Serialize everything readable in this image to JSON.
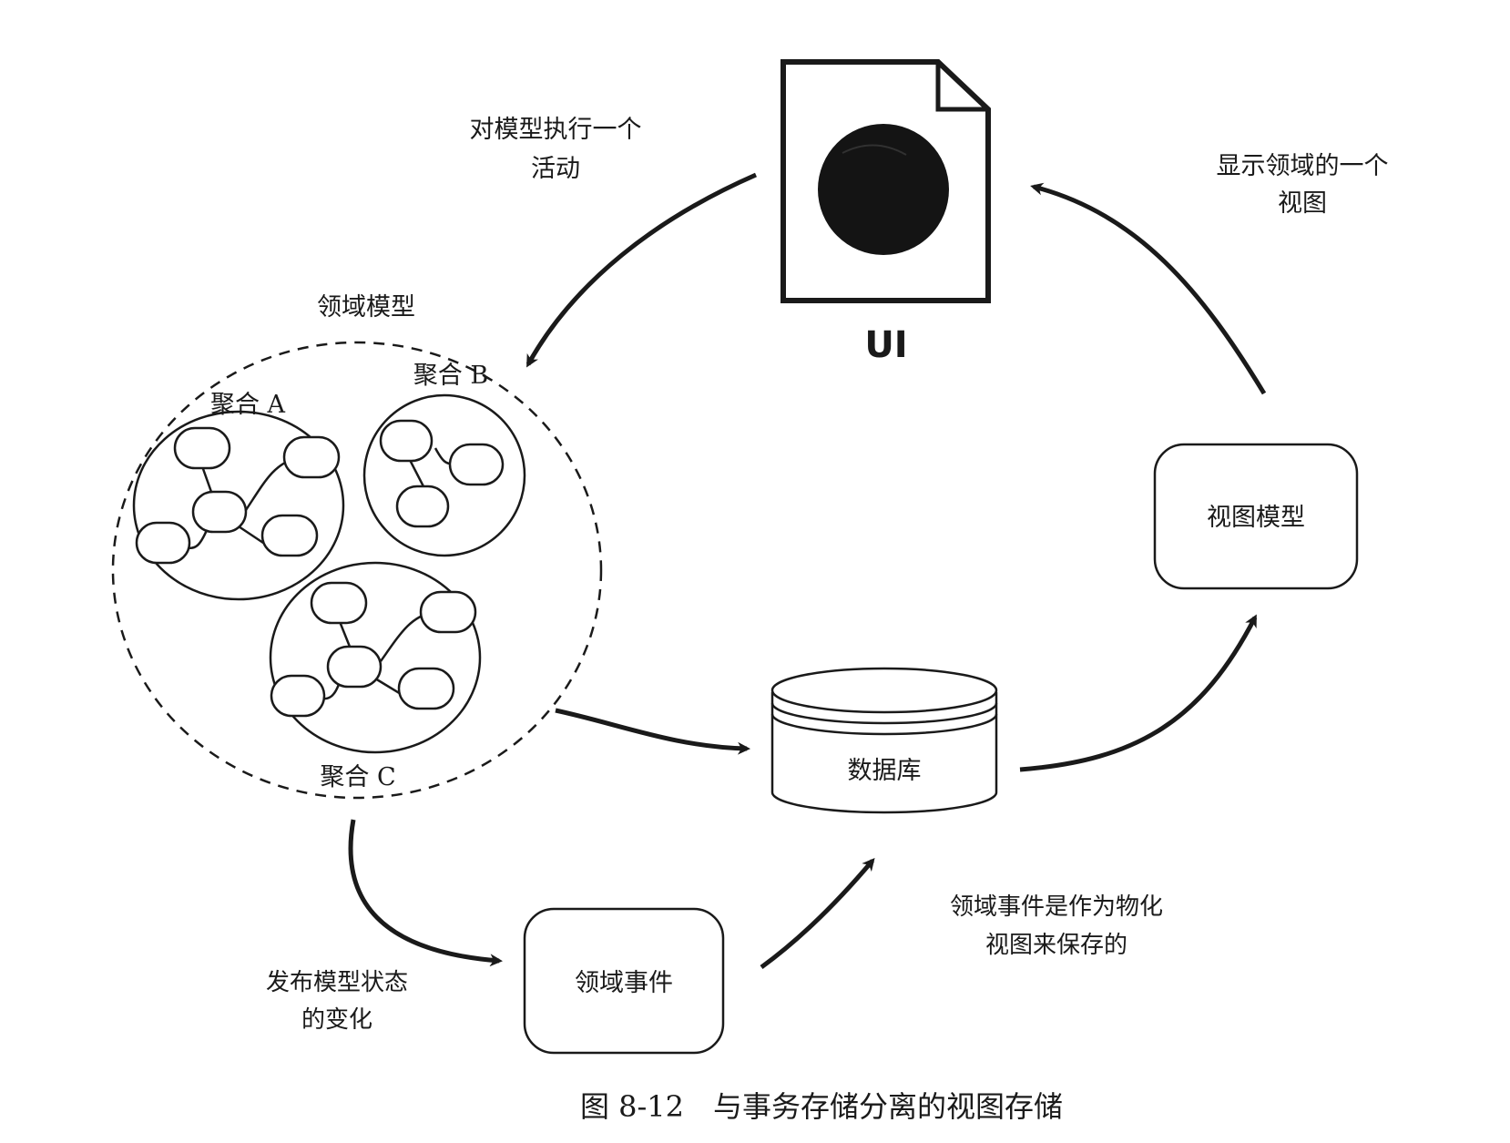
{
  "ui": {
    "label": "UI"
  },
  "labels": {
    "perform_activity": [
      "对模型执行一个",
      "活动"
    ],
    "show_view": [
      "显示领域的一个",
      "视图"
    ],
    "domain_model": "领域模型",
    "publish_changes": [
      "发布模型状态",
      "的变化"
    ],
    "events_saved": [
      "领域事件是作为物化",
      "视图来保存的"
    ]
  },
  "aggregates": {
    "a": "聚合 A",
    "b": "聚合 B",
    "c": "聚合 C"
  },
  "boxes": {
    "view_model": "视图模型",
    "database": "数据库",
    "domain_events": "领域事件"
  },
  "caption": "图 8-12　与事务存储分离的视图存储",
  "colors": {
    "ink": "#1a1a1a",
    "background": "#ffffff"
  }
}
